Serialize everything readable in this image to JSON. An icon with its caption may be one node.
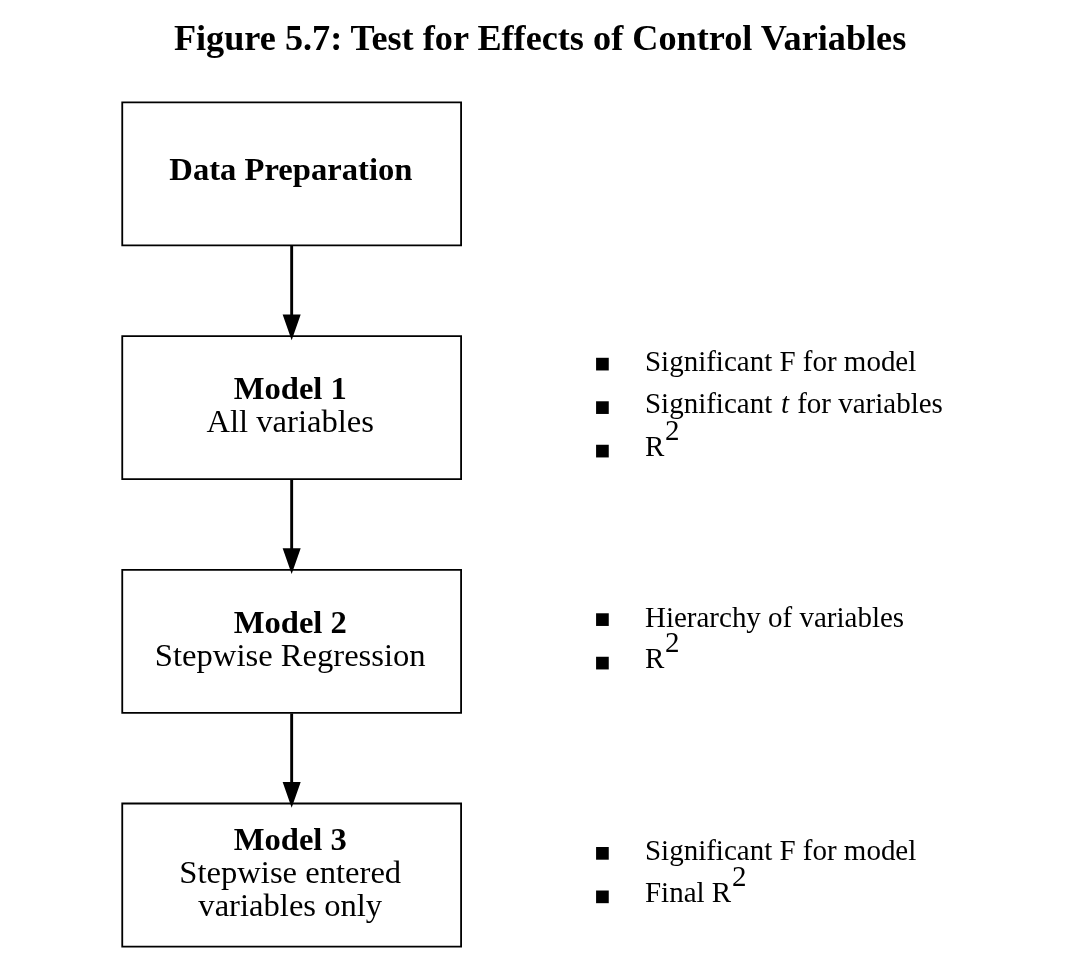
{
  "diagram": {
    "title": "Figure 5.7: Test for Effects of Control Variables",
    "nodes": [
      {
        "text": [
          "Data Preparation"
        ]
      },
      {
        "text": [
          "Model 1",
          "All variables"
        ],
        "beside": [
          "Significant F for model",
          "Significant *t* for variables",
          "R$^{2}$"
        ]
      },
      {
        "text": [
          "Model 2",
          "Stepwise Regression"
        ],
        "beside": [
          "Hierarchy of variables",
          "R$^{2}$"
        ]
      },
      {
        "text": [
          "Model 3",
          "Stepwise entered variables only"
        ],
        "beside": [
          "Significant F for model",
          "Final R$^{2}$"
        ]
      }
    ],
    "edges": [
      {
        "from": 0,
        "to": 1,
        "arrow": "to"
      },
      {
        "from": 1,
        "to": 2,
        "arrow": "to"
      },
      {
        "from": 2,
        "to": 3,
        "arrow": "to"
      }
    ]
  }
}
